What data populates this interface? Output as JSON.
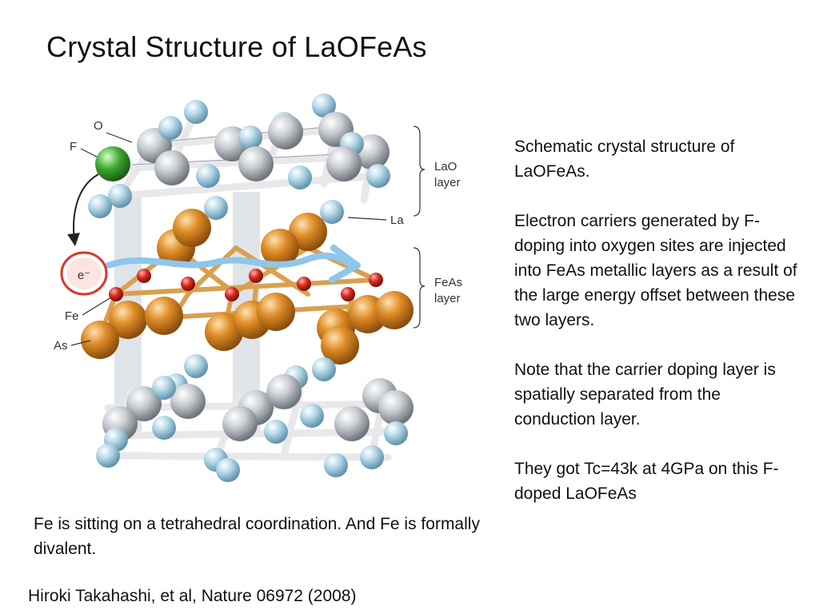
{
  "slide": {
    "title": "Crystal Structure of LaOFeAs"
  },
  "figure": {
    "labels": {
      "o": "O",
      "f": "F",
      "la": "La",
      "fe": "Fe",
      "as": "As",
      "electron": "e⁻",
      "lao_layer_line1": "LaO",
      "lao_layer_line2": "layer",
      "feas_layer_line1": "FeAs",
      "feas_layer_line2": "layer"
    },
    "colors": {
      "o_atom": "#b8bcc2",
      "la_atom": "#a9cfe0",
      "fe_atom": "#d42a1f",
      "as_atom": "#d98622",
      "f_atom": "#3fa832",
      "bond": "#d9a050",
      "electron_ring": "#d9352d",
      "arrow": "#8ec6ec"
    }
  },
  "description": {
    "paragraphs": [
      "Schematic crystal structure of LaOFeAs.",
      "Electron carriers generated by F-doping into oxygen sites are injected into FeAs metallic layers as a result of the large energy offset between these two layers.",
      "Note that the carrier doping layer is spatially separated from the conduction layer.",
      "They got Tc=43k at 4GPa on this F-doped LaOFeAs"
    ]
  },
  "caption": "Fe is sitting on a tetrahedral coordination. And Fe is formally divalent.",
  "citation": "Hiroki Takahashi, et al, Nature 06972 (2008)"
}
